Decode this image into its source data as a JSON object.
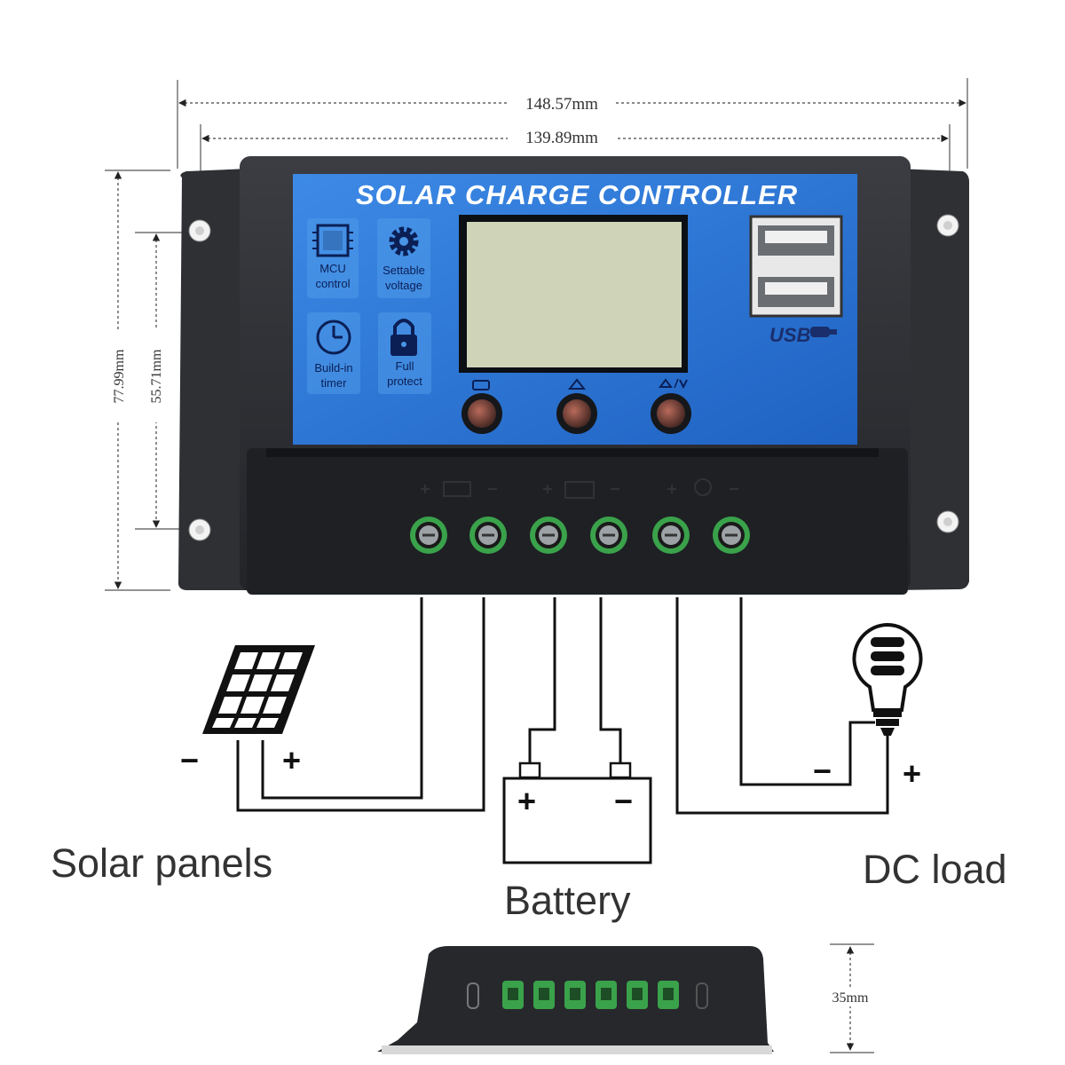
{
  "dimensions": {
    "outer_width": "148.57mm",
    "inner_width": "139.89mm",
    "outer_height": "77.99mm",
    "inner_height": "55.71mm",
    "depth": "35mm"
  },
  "panel": {
    "title": "SOLAR CHARGE CONTROLLER",
    "color": "#2a78d4",
    "features": [
      {
        "line1": "MCU",
        "line2": "control",
        "icon": "chip-icon"
      },
      {
        "line1": "Settable",
        "line2": "voltage",
        "icon": "gear-icon"
      },
      {
        "line1": "Build-in",
        "line2": "timer",
        "icon": "clock-icon"
      },
      {
        "line1": "Full",
        "line2": "protect",
        "icon": "lock-icon"
      }
    ],
    "usb_label": "USB"
  },
  "labels": {
    "solar": "Solar panels",
    "battery": "Battery",
    "load": "DC load"
  },
  "signs": {
    "solar_minus": "−",
    "solar_plus": "+",
    "battery_plus": "+",
    "battery_minus": "−",
    "load_minus": "−",
    "load_plus": "+"
  }
}
